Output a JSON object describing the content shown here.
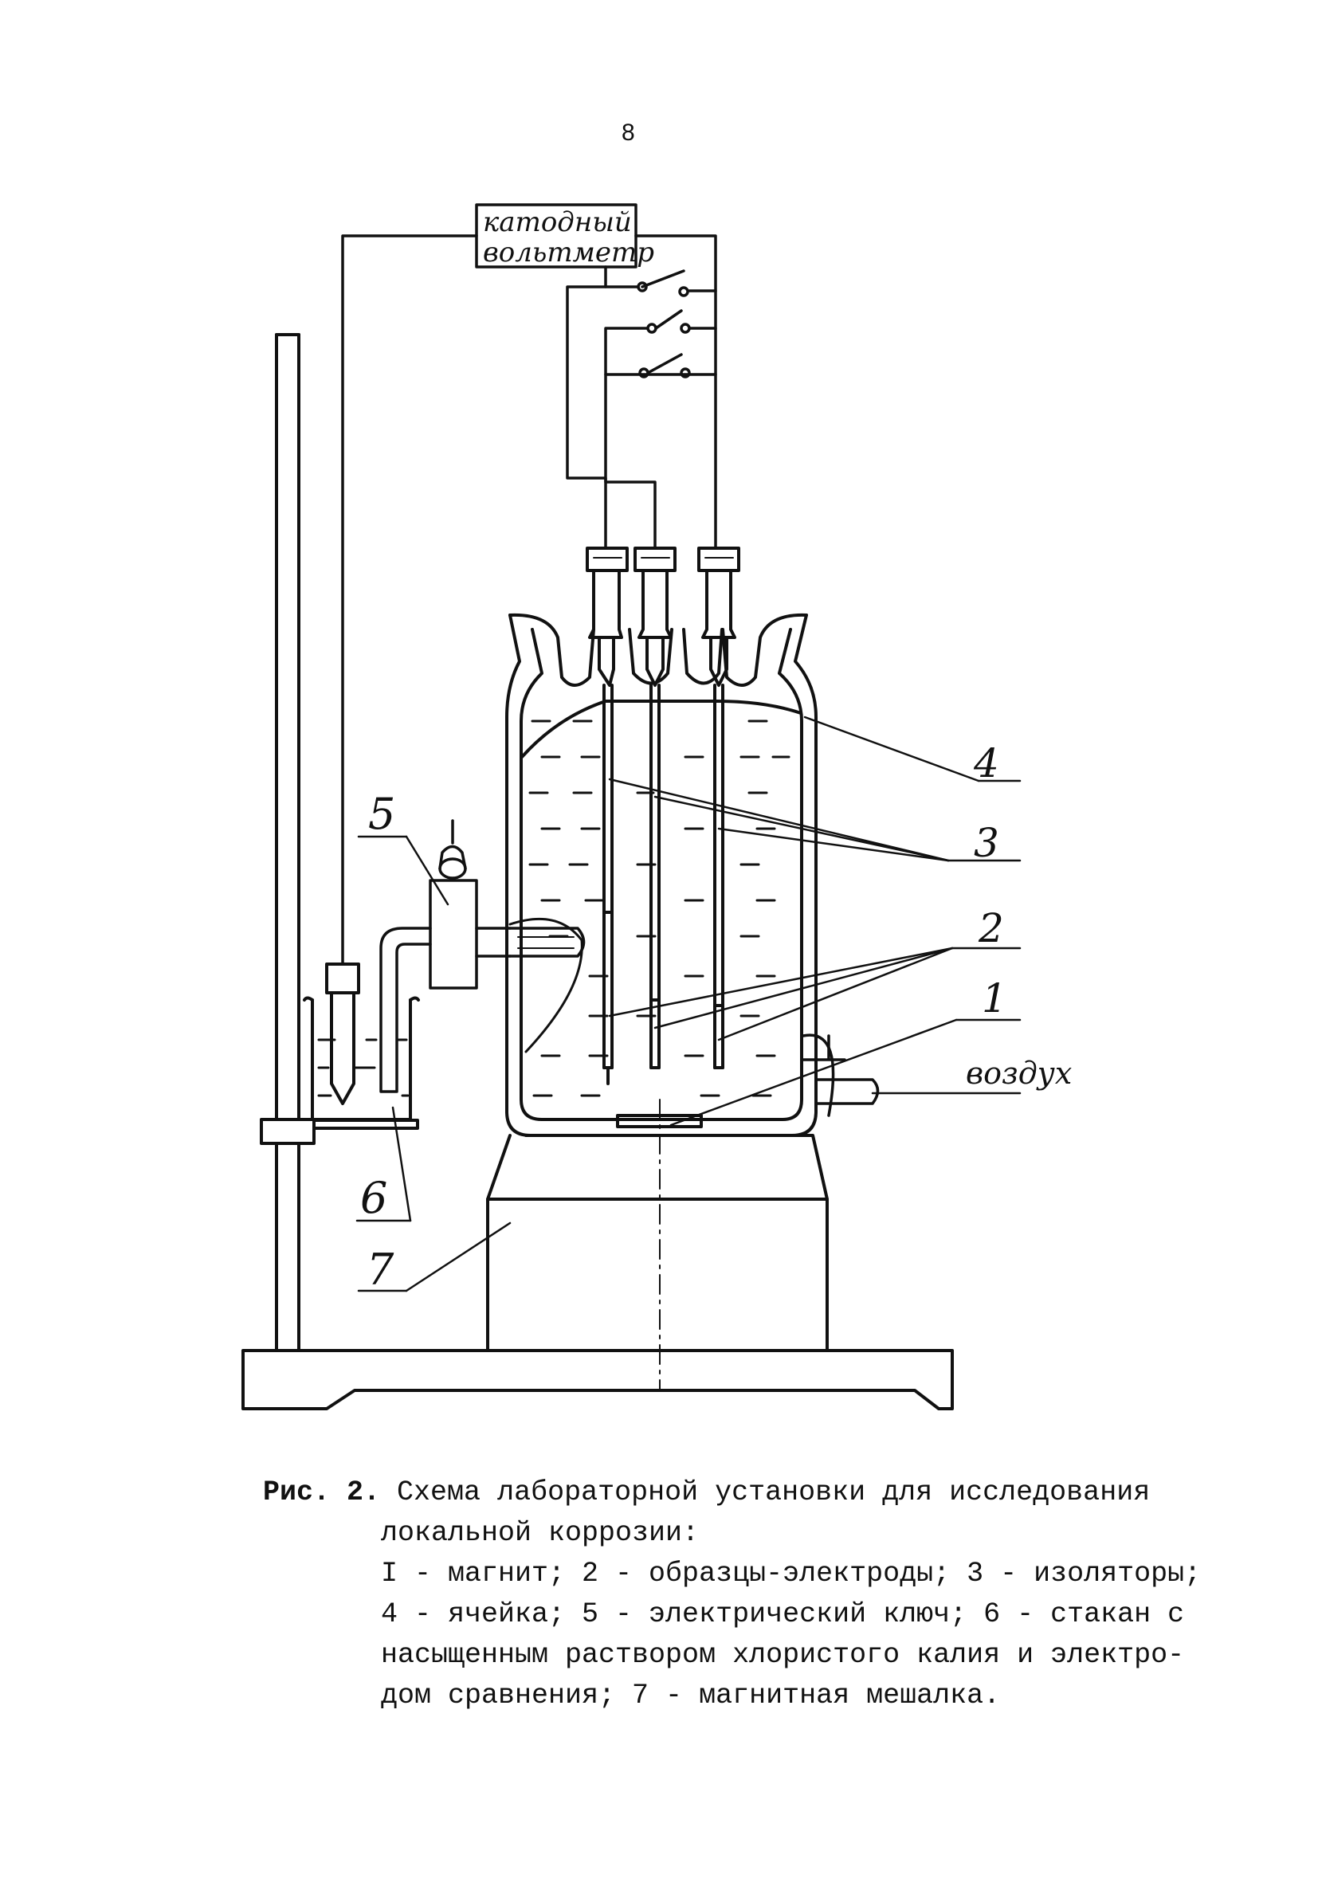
{
  "page_number": "8",
  "figure": {
    "voltmeter_line1": "катодный",
    "voltmeter_line2": "вольтметр",
    "labels": [
      "1",
      "2",
      "3",
      "4",
      "5",
      "6",
      "7"
    ],
    "air_label": "воздух"
  },
  "caption": {
    "label": "Рис. 2.",
    "title_line1": "Схема лабораторной установки для исследования",
    "title_line2": "локальной коррозии:",
    "legend_lines": [
      "I - магнит; 2 - образцы-электроды; 3 - изоляторы;",
      "4 - ячейка; 5 - электрический ключ; 6 - стакан с",
      "насыщенным раствором хлористого калия и  электро-",
      "дом сравнения; 7 - магнитная мешалка."
    ]
  }
}
